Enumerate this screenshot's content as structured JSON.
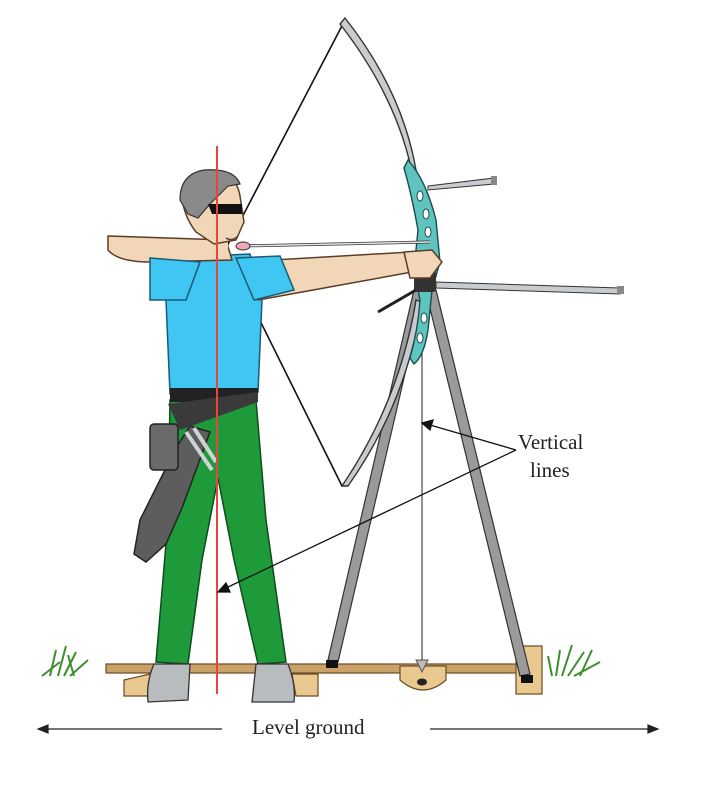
{
  "labels": {
    "vertical_line1": "Vertical",
    "vertical_line2": "lines",
    "ground": "Level ground"
  },
  "colors": {
    "shirt": "#3fc6f2",
    "pants": "#1f9a3a",
    "riser": "#5fc3c0",
    "plumb_line": "#e8453c",
    "wood": "#e9c98f",
    "grass": "#3d8f2e"
  }
}
